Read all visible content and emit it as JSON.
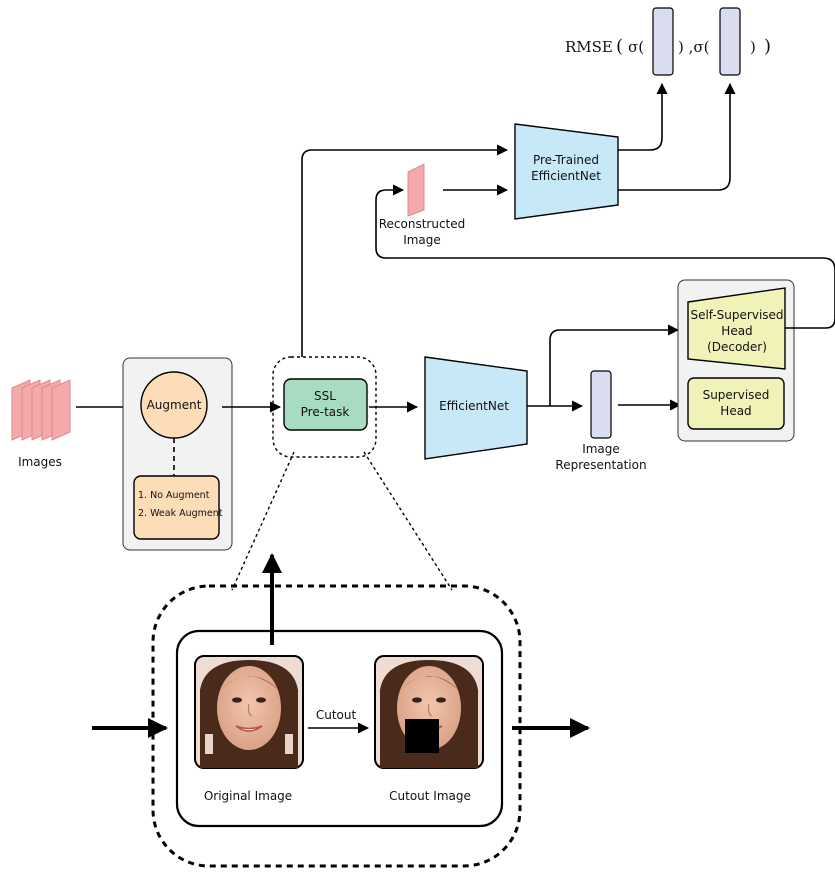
{
  "inputs": {
    "images_label": "Images"
  },
  "augment": {
    "node_label": "Augment",
    "options": [
      "1. No Augment",
      "2. Weak Augment"
    ]
  },
  "ssl": {
    "line1": "SSL",
    "line2": "Pre-task"
  },
  "encoder": {
    "label": "EfficientNet"
  },
  "representation": {
    "line1": "Image",
    "line2": "Representation"
  },
  "heads": {
    "self_supervised": [
      "Self-Supervised",
      "Head",
      "(Decoder)"
    ],
    "supervised": [
      "Supervised",
      "Head"
    ]
  },
  "reconstructed": {
    "line1": "Reconstructed",
    "line2": "Image"
  },
  "pretrained": {
    "line1": "Pre-Trained",
    "line2": "EfficientNet"
  },
  "loss": {
    "rmse": "RMSE",
    "sigma1": "σ(",
    "sep": ") ,σ(",
    "close": ")"
  },
  "cutout_detail": {
    "original_caption": "Original Image",
    "cutout_caption": "Cutout Image",
    "arrow_label": "Cutout"
  },
  "colors": {
    "stack_pink": "#f4a9ab",
    "augment_fill": "#fdddb8",
    "ssl_fill": "#a8dcc0",
    "encoder_fill": "#c7e8f6",
    "head_fill": "#f1f2b8",
    "vector_fill": "#dadcf0",
    "panel_fill": "#f2f2f2",
    "skin": "#e7b59c",
    "hair": "#4a2a1a"
  }
}
